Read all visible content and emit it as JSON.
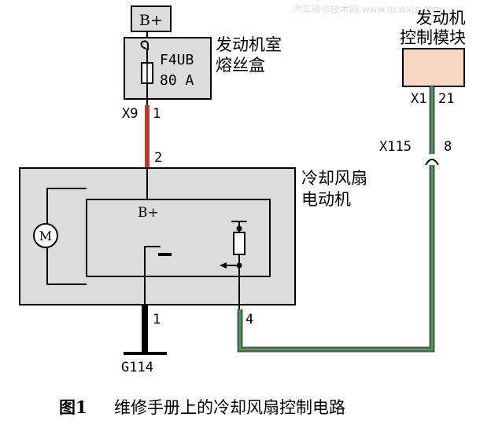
{
  "diagram": {
    "watermark": "汽车维修技术网 www.qcwxjs.com",
    "battery_label": "B+",
    "fuse": {
      "name": "F4UB",
      "rating": "80 A",
      "box_line1": "发动机室",
      "box_line2": "熔丝盒"
    },
    "ecm": {
      "line1": "发动机",
      "line2": "控制模块",
      "connector": "X1",
      "pin": "21"
    },
    "connector_x115": {
      "label": "X115",
      "pin": "8"
    },
    "connector_x9": {
      "label": "X9",
      "pin": "1"
    },
    "fan": {
      "line1": "冷却风扇",
      "line2": "电动机",
      "motor_symbol": "M",
      "inner_label": "B+",
      "pin_power": "2",
      "pin_ground": "1",
      "pin_signal": "4"
    },
    "ground_label": "G114",
    "caption": {
      "figure": "图1",
      "text": "维修手册上的冷却风扇控制电路"
    },
    "colors": {
      "fuse_box_fill": "#dcdcdc",
      "ecm_fill": "#f7d6c4",
      "fan_outer_fill": "#dcdcdc",
      "power_wire": "#c0392b",
      "signal_wire_outer": "#555555",
      "signal_wire_inner": "#3ea84a",
      "watermark": "#e0e0e0"
    }
  }
}
